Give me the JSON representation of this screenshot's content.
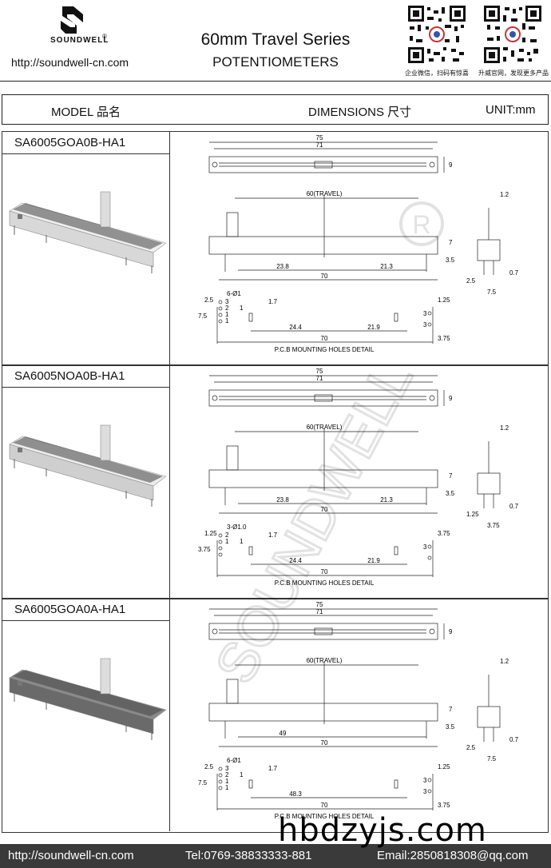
{
  "header": {
    "brand": "SOUNDWELL",
    "registered": "®",
    "url": "http://soundwell-cn.com",
    "title": "60mm Travel Series",
    "subtitle": "POTENTIOMETERS",
    "qr_left_caption": "企业微信，扫码有惊喜",
    "qr_right_caption": "升威官网，发现更多产品"
  },
  "columns": {
    "model": "MODEL 品名",
    "dimensions": "DIMENSIONS 尺寸",
    "unit": "UNIT:mm"
  },
  "sections": [
    {
      "model": "SA6005GOA0B-HA1",
      "labels": {
        "top_outer": "75",
        "top_inner": "71",
        "top_h": "9",
        "travel": "60(TRAVEL)",
        "pin_w": "1.2",
        "mid_a": "23.8",
        "mid_b": "21.3",
        "mid_total": "70",
        "side_h1": "7",
        "side_h2": "3.5",
        "side_w1": "0.7",
        "side_w2": "2.5",
        "side_w3": "7.5",
        "holes": "6-Ø1",
        "d_a": "24.4",
        "d_b": "21.9",
        "d_total": "70",
        "left_25": "2.5",
        "left_75": "7.5",
        "h17": "1.7",
        "r125": "1.25",
        "r375": "3.75",
        "pins": [
          "3",
          "2",
          "1",
          "1"
        ],
        "pins_r": [
          "3",
          "3"
        ],
        "pcb": "P.C.B MOUNTING HOLES DETAIL",
        "one": "1"
      }
    },
    {
      "model": "SA6005NOA0B-HA1",
      "labels": {
        "top_outer": "75",
        "top_inner": "71",
        "top_h": "9",
        "travel": "60(TRAVEL)",
        "pin_w": "1.2",
        "mid_a": "23.8",
        "mid_b": "21.3",
        "mid_total": "70",
        "side_h1": "7",
        "side_h2": "3.5",
        "side_w1": "0.7",
        "side_w2": "1.25",
        "side_w3": "3.75",
        "holes": "3-Ø1.0",
        "d_a": "24.4",
        "d_b": "21.9",
        "d_total": "70",
        "left_25": "1.25",
        "left_75": "3.75",
        "h17": "1.7",
        "r125": "3.75",
        "r375": "",
        "pins": [
          "2",
          "1"
        ],
        "pins_r": [
          "3"
        ],
        "pcb": "P.C.B MOUNTING HOLES DETAIL",
        "one": "1"
      }
    },
    {
      "model": "SA6005GOA0A-HA1",
      "labels": {
        "top_outer": "75",
        "top_inner": "71",
        "top_h": "9",
        "travel": "60(TRAVEL)",
        "pin_w": "1.2",
        "mid_a": "49",
        "mid_b": "",
        "mid_total": "70",
        "side_h1": "7",
        "side_h2": "3.5",
        "side_w1": "0.7",
        "side_w2": "2.5",
        "side_w3": "7.5",
        "holes": "6-Ø1",
        "d_a": "48.3",
        "d_b": "",
        "d_total": "70",
        "left_25": "2.5",
        "left_75": "7.5",
        "h17": "1.7",
        "r125": "1.25",
        "r375": "3.75",
        "pins": [
          "3",
          "2",
          "1",
          "1"
        ],
        "pins_r": [
          "3",
          "3"
        ],
        "pcb": "P.C.B MOUNTING HOLES DETAIL",
        "one": "1"
      }
    }
  ],
  "watermark": "SOUNDWELL",
  "footer": {
    "url": "http://soundwell-cn.com",
    "tel": "Tel:0769-38833333-881",
    "email": "Email:2850818308@qq.com"
  },
  "overlay_text": "hbdzyjs.com"
}
